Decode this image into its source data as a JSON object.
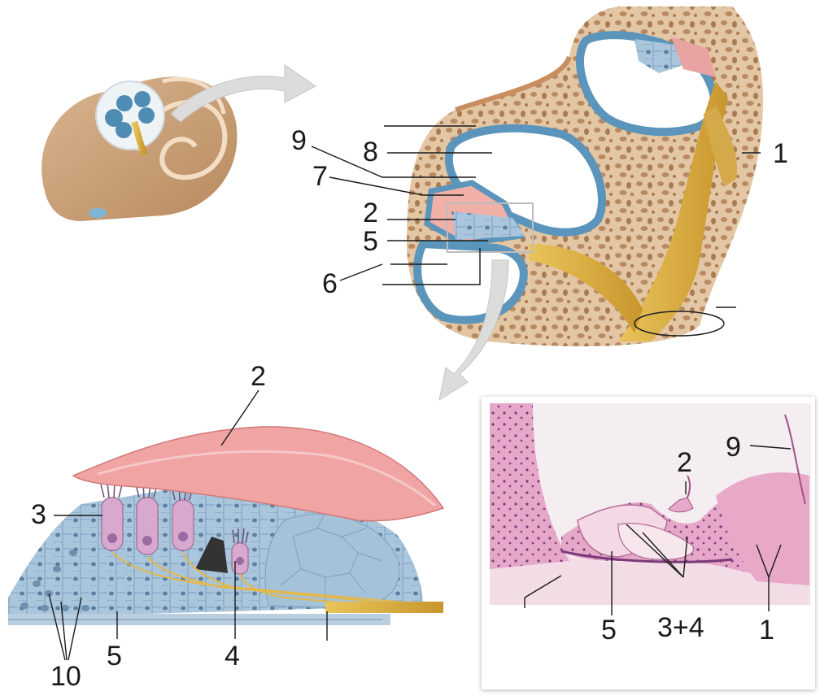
{
  "labels": {
    "upper": {
      "l1": "1",
      "l9": "9",
      "l8": "8",
      "l7": "7",
      "l2": "2",
      "l5": "5",
      "l6": "6"
    },
    "organ": {
      "l2": "2",
      "l3": "3",
      "l4": "4",
      "l5": "5",
      "l10": "10"
    },
    "photo": {
      "l2": "2",
      "l9": "9",
      "l5": "5",
      "l34": "3+4",
      "l1": "1"
    }
  }
}
